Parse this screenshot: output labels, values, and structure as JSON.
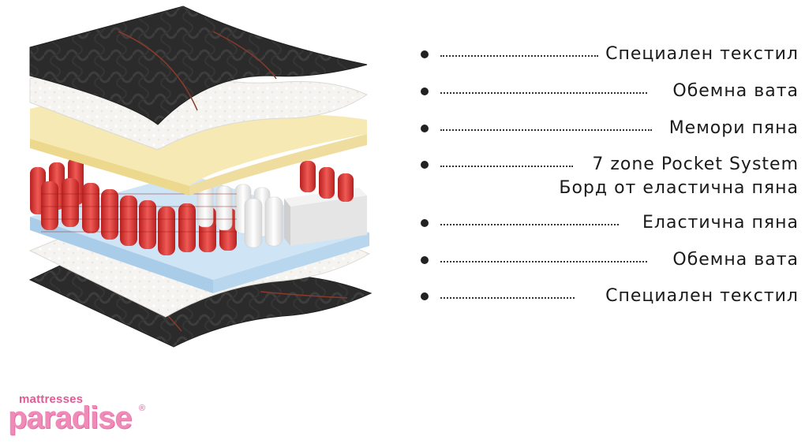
{
  "legend": [
    {
      "label": "Специален текстил",
      "sub": ""
    },
    {
      "label": "Обемна вата",
      "sub": ""
    },
    {
      "label": "Мемори пяна",
      "sub": ""
    },
    {
      "label": "7 zone Pocket System",
      "sub": "Борд от еластична пяна"
    },
    {
      "label": "Еластична пяна",
      "sub": ""
    },
    {
      "label": "Обемна вата",
      "sub": ""
    },
    {
      "label": "Специален текстил",
      "sub": ""
    }
  ],
  "logo": {
    "top_text": "mattresses",
    "main_text": "paradise",
    "reg_mark": "®"
  },
  "colors": {
    "textile": "#2b2b2b",
    "textile_pattern": "#3a3a3a",
    "textile_accent": "#8a3a2a",
    "wadding": "#f4f2ee",
    "memory_foam": "#f6e9b4",
    "spring_red": "#e0413d",
    "spring_white": "#f3f3f3",
    "elastic_foam": "#c6dff2",
    "border_foam": "#e6e6e6",
    "logo_pink": "#f08ab8"
  }
}
